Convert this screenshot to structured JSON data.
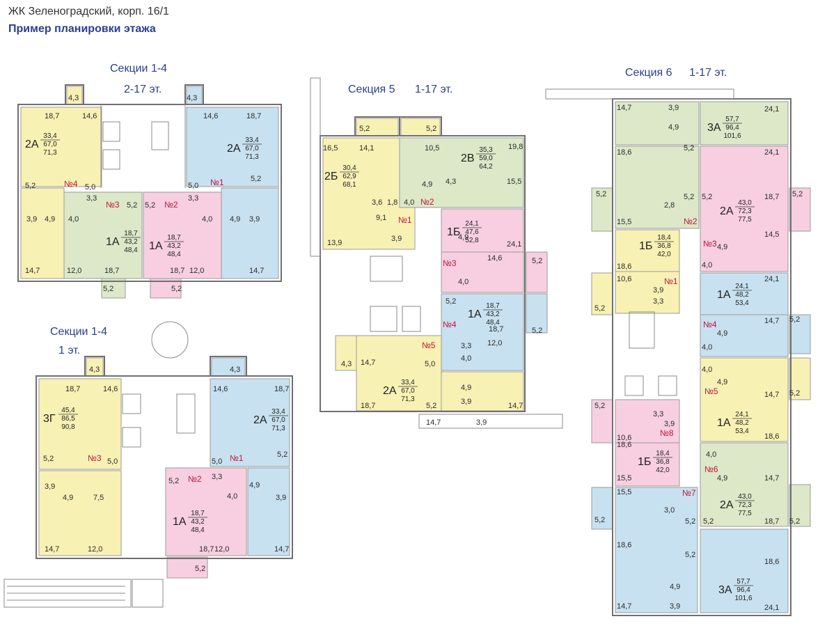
{
  "header": {
    "title": "ЖК Зеленоградский, корп. 16/1",
    "subtitle": "Пример планировки этажа"
  },
  "sections": {
    "s14a": {
      "name": "Секции 1-4",
      "floors": "2-17 эт."
    },
    "s14b": {
      "name": "Секции 1-4",
      "floors": "1 эт."
    },
    "s5": {
      "name": "Секция 5",
      "floors": "1-17 эт."
    },
    "s6": {
      "name": "Секция 6",
      "floors": "1-17 эт."
    }
  },
  "colors": {
    "yellow": "#f8f1b4",
    "green": "#dce8c8",
    "pink": "#f8cfe0",
    "blue": "#c8e1f0",
    "wall": "#6f6f6f",
    "number_red": "#c0143c",
    "title_blue": "#2a3f8f"
  },
  "apartments": [
    {
      "id": "a1",
      "type": "2А",
      "living": "33,4",
      "total": "67,0",
      "sum": "71,3"
    },
    {
      "id": "a2",
      "type": "2А",
      "living": "33,4",
      "total": "67,0",
      "sum": "71,3"
    },
    {
      "id": "a3",
      "type": "1А",
      "living": "18,7",
      "total": "43,2",
      "sum": "48,4"
    },
    {
      "id": "a4",
      "type": "1А",
      "living": "18,7",
      "total": "43,2",
      "sum": "48,4"
    },
    {
      "id": "a5",
      "type": "3Г",
      "living": "45,4",
      "total": "86,5",
      "sum": "90,8"
    },
    {
      "id": "a6",
      "type": "2А",
      "living": "33,4",
      "total": "67,0",
      "sum": "71,3"
    },
    {
      "id": "a7",
      "type": "1А",
      "living": "18,7",
      "total": "43,2",
      "sum": "48,4"
    },
    {
      "id": "a8",
      "type": "2Б",
      "living": "30,4",
      "total": "62,9",
      "sum": "68,1"
    },
    {
      "id": "a9",
      "type": "2В",
      "living": "35,3",
      "total": "59,0",
      "sum": "64,2"
    },
    {
      "id": "a10",
      "type": "1Б",
      "living": "24,1",
      "total": "47,6",
      "sum": "52,8"
    },
    {
      "id": "a11",
      "type": "1А",
      "living": "18,7",
      "total": "43,2",
      "sum": "48,4"
    },
    {
      "id": "a12",
      "type": "2А",
      "living": "33,4",
      "total": "67,0",
      "sum": "71,3"
    },
    {
      "id": "a13",
      "type": "3А",
      "living": "57,7",
      "total": "96,4",
      "sum": "101,6"
    },
    {
      "id": "a14",
      "type": "2А",
      "living": "43,0",
      "total": "72,3",
      "sum": "77,5"
    },
    {
      "id": "a15",
      "type": "1Б",
      "living": "18,4",
      "total": "36,8",
      "sum": "42,0"
    },
    {
      "id": "a16",
      "type": "1А",
      "living": "24,1",
      "total": "48,2",
      "sum": "53,4"
    },
    {
      "id": "a17",
      "type": "1А",
      "living": "24,1",
      "total": "48,2",
      "sum": "53,4"
    },
    {
      "id": "a18",
      "type": "1Б",
      "living": "18,4",
      "total": "36,8",
      "sum": "42,0"
    },
    {
      "id": "a19",
      "type": "2А",
      "living": "43,0",
      "total": "72,3",
      "sum": "77,5"
    },
    {
      "id": "a20",
      "type": "3А",
      "living": "57,7",
      "total": "96,4",
      "sum": "101,6"
    }
  ],
  "numbers": [
    "№1",
    "№2",
    "№3",
    "№4",
    "№5",
    "№6",
    "№7",
    "№8"
  ],
  "room_areas": [
    "18,7",
    "14,6",
    "4,3",
    "5,2",
    "5,0",
    "3,3",
    "3,9",
    "4,9",
    "4,0",
    "14,7",
    "12,0",
    "7,5",
    "16,5",
    "14,1",
    "10,5",
    "19,8",
    "4,3",
    "15,5",
    "24,1",
    "14,6",
    "3,6",
    "1,8",
    "9,1",
    "13,9",
    "18,6",
    "2,8",
    "10,6",
    "3,0",
    "14,5",
    "57,7",
    "96,4"
  ]
}
